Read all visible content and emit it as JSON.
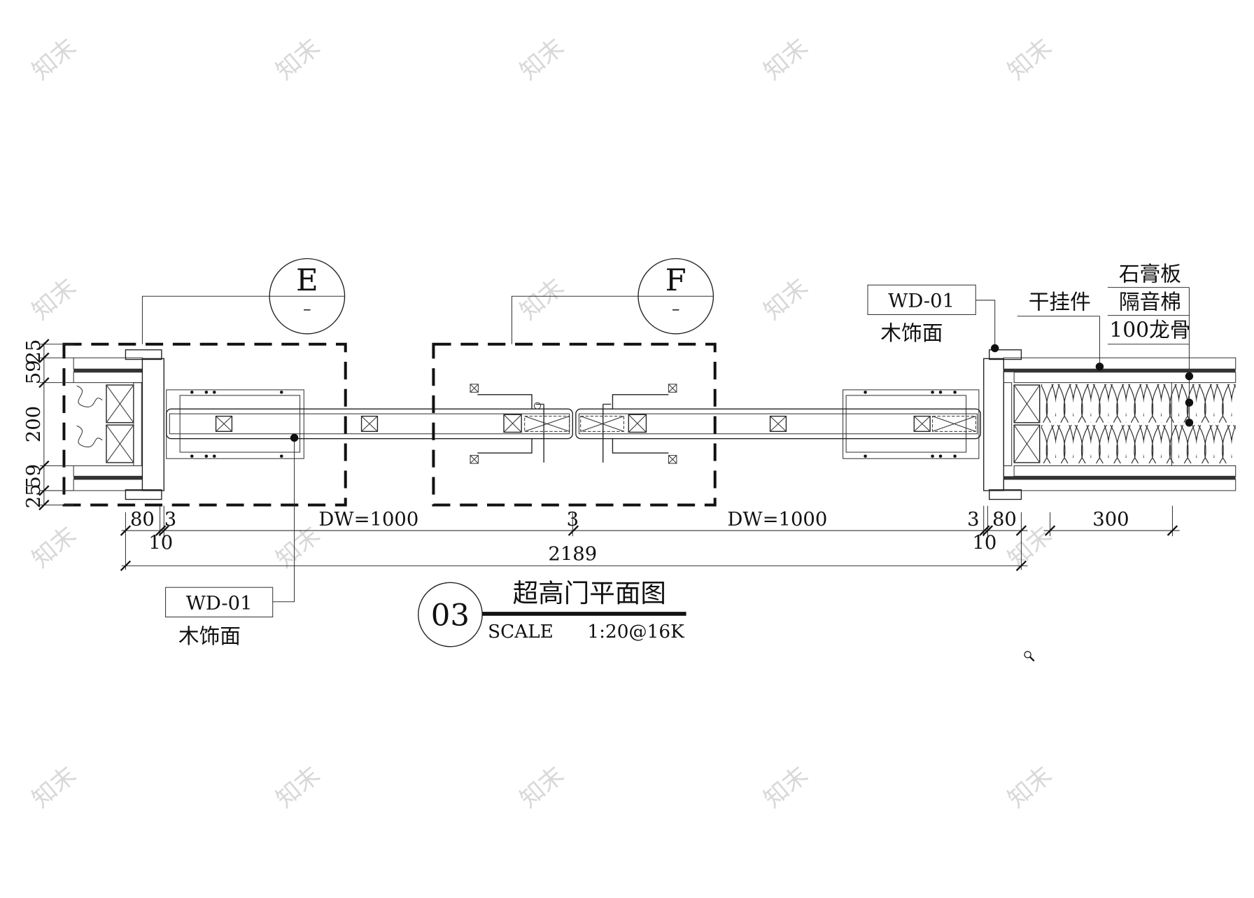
{
  "watermark": "知末",
  "callouts": {
    "detail_e": {
      "letter": "E",
      "sub": "–"
    },
    "detail_f": {
      "letter": "F",
      "sub": "–"
    }
  },
  "labels": {
    "wd_top": "WD-01",
    "wd_top_desc": "木饰面",
    "wd_bottom": "WD-01",
    "wd_bottom_desc": "木饰面",
    "dry_hang": "干挂件",
    "gypsum": "石膏板",
    "insulation": "隔音棉",
    "keel": "100龙骨"
  },
  "dimensions": {
    "left_vertical": [
      "25",
      "59",
      "200",
      "59",
      "25"
    ],
    "frame_left": "80",
    "gap_left": "3",
    "gap_left_total": "10",
    "leaf_left": "DW=1000",
    "center_gap": "3",
    "leaf_right": "DW=1000",
    "gap_right": "3",
    "frame_right": "80",
    "gap_right_total": "10",
    "wall_module": "300",
    "overall": "2189"
  },
  "title": {
    "number": "03",
    "name": "超高门平面图",
    "scale_label": "SCALE",
    "scale_value": "1:20@16K"
  },
  "colors": {
    "ink": "#111111",
    "watermark": "#d8d8d8"
  }
}
